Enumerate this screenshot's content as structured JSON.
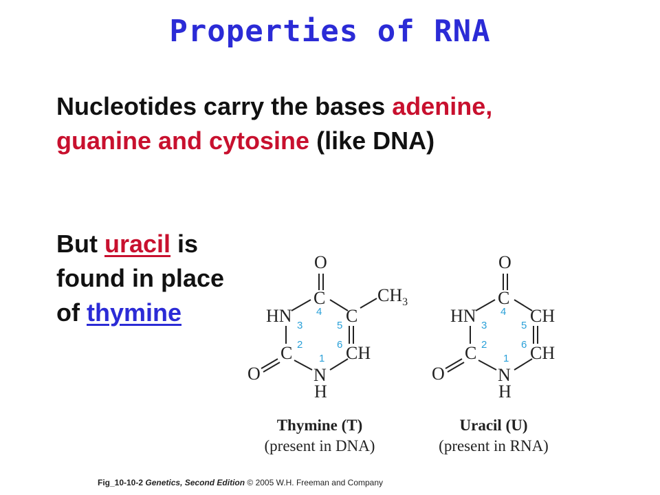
{
  "title": "Properties of RNA",
  "colors": {
    "title": "#2b2bd6",
    "red": "#c8102e",
    "blue": "#2b2bd6",
    "number": "#2aa0d8"
  },
  "para1": {
    "p1": "Nucleotides carry the bases ",
    "p2": "adenine,",
    "p3": "guanine and cytosine",
    "p4": " (like DNA)"
  },
  "para2": {
    "p1": "But ",
    "p2": "uracil",
    "p3": " is",
    "p4": "found in place",
    "p5": "of ",
    "p6": "thymine"
  },
  "thymine": {
    "atoms": {
      "o_top": "O",
      "hn": "HN",
      "c_top": "C",
      "c_right": "C",
      "ch3": "CH",
      "ch3_sub": "3",
      "ch": "CH",
      "c_left": "C",
      "o_left": "O",
      "n": "N",
      "h": "H"
    },
    "numbers": {
      "n1": "1",
      "n2": "2",
      "n3": "3",
      "n4": "4",
      "n5": "5",
      "n6": "6"
    },
    "name": "Thymine (T)",
    "note": "(present in DNA)"
  },
  "uracil": {
    "atoms": {
      "o_top": "O",
      "hn": "HN",
      "c_top": "C",
      "ch_top": "CH",
      "ch": "CH",
      "c_left": "C",
      "o_left": "O",
      "n": "N",
      "h": "H"
    },
    "numbers": {
      "n1": "1",
      "n2": "2",
      "n3": "3",
      "n4": "4",
      "n5": "5",
      "n6": "6"
    },
    "name": "Uracil (U)",
    "note": "(present in RNA)"
  },
  "footer": {
    "fig": "Fig_10-10-2",
    "book": "Genetics, Second Edition",
    "rest": " © 2005 W.H. Freeman and Company"
  }
}
